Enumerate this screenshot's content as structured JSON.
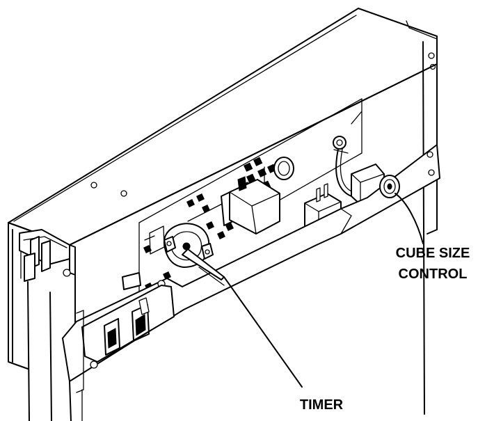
{
  "labels": {
    "cube_size_line1": "CUBE SIZE",
    "cube_size_line2": "CONTROL",
    "timer": "TIMER"
  },
  "colors": {
    "line": "#000000",
    "background": "#ffffff"
  }
}
